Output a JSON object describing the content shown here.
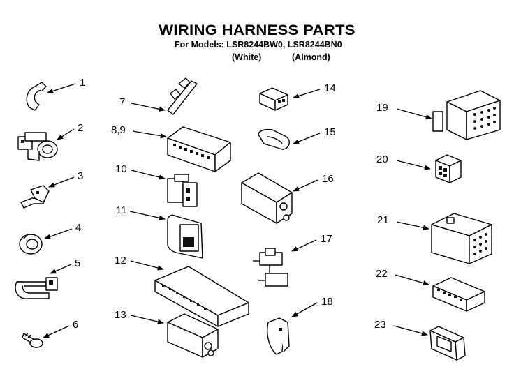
{
  "header": {
    "title": "WIRING HARNESS PARTS",
    "models_line": "For Models: LSR8244BW0, LSR8244BN0",
    "variant_white": "(White)",
    "variant_almond": "(Almond)"
  },
  "parts": [
    {
      "label": "1"
    },
    {
      "label": "2"
    },
    {
      "label": "3"
    },
    {
      "label": "4"
    },
    {
      "label": "5"
    },
    {
      "label": "6"
    },
    {
      "label": "7"
    },
    {
      "label": "8,9"
    },
    {
      "label": "10"
    },
    {
      "label": "11"
    },
    {
      "label": "12"
    },
    {
      "label": "13"
    },
    {
      "label": "14"
    },
    {
      "label": "15"
    },
    {
      "label": "16"
    },
    {
      "label": "17"
    },
    {
      "label": "18"
    },
    {
      "label": "19"
    },
    {
      "label": "20"
    },
    {
      "label": "21"
    },
    {
      "label": "22"
    },
    {
      "label": "23"
    }
  ]
}
